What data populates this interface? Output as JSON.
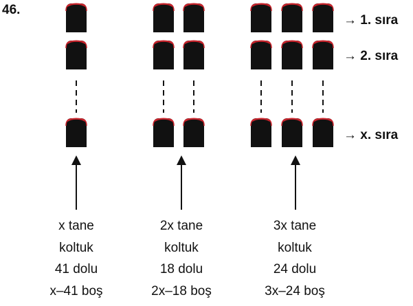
{
  "question_number": "46.",
  "rows": [
    {
      "arrow": "→",
      "label": "1. sıra"
    },
    {
      "arrow": "→",
      "label": "2. sıra"
    },
    {
      "arrow": "→",
      "label": "x. sıra"
    }
  ],
  "columns": [
    {
      "seats_per_row": 1,
      "lines": [
        "x tane",
        "koltuk",
        "41 dolu",
        "x–41 boş"
      ]
    },
    {
      "seats_per_row": 2,
      "lines": [
        "2x tane",
        "koltuk",
        "18 dolu",
        "2x–18 boş"
      ]
    },
    {
      "seats_per_row": 3,
      "lines": [
        "3x tane",
        "koltuk",
        "24 dolu",
        "3x–24 boş"
      ]
    }
  ],
  "colors": {
    "seat": "#111111",
    "seat_top": "#c8242c",
    "line": "#111111"
  }
}
